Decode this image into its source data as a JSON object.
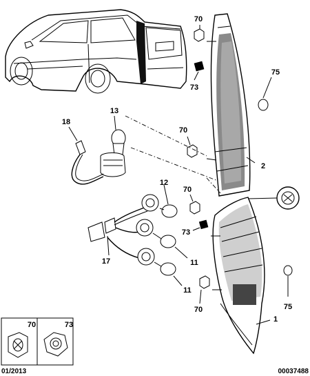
{
  "callouts": {
    "c70a": "70",
    "c73a": "73",
    "c75a": "75",
    "c13": "13",
    "c18": "18",
    "c70b": "70",
    "c2": "2",
    "c12": "12",
    "c70c": "70",
    "c73b": "73",
    "c17": "17",
    "c11a": "11",
    "c11b": "11",
    "c70d": "70",
    "c75b": "75",
    "c1": "1"
  },
  "inset": {
    "left_label": "70",
    "right_label": "73"
  },
  "footer": {
    "date": "01/2013",
    "ref": "00037488"
  }
}
